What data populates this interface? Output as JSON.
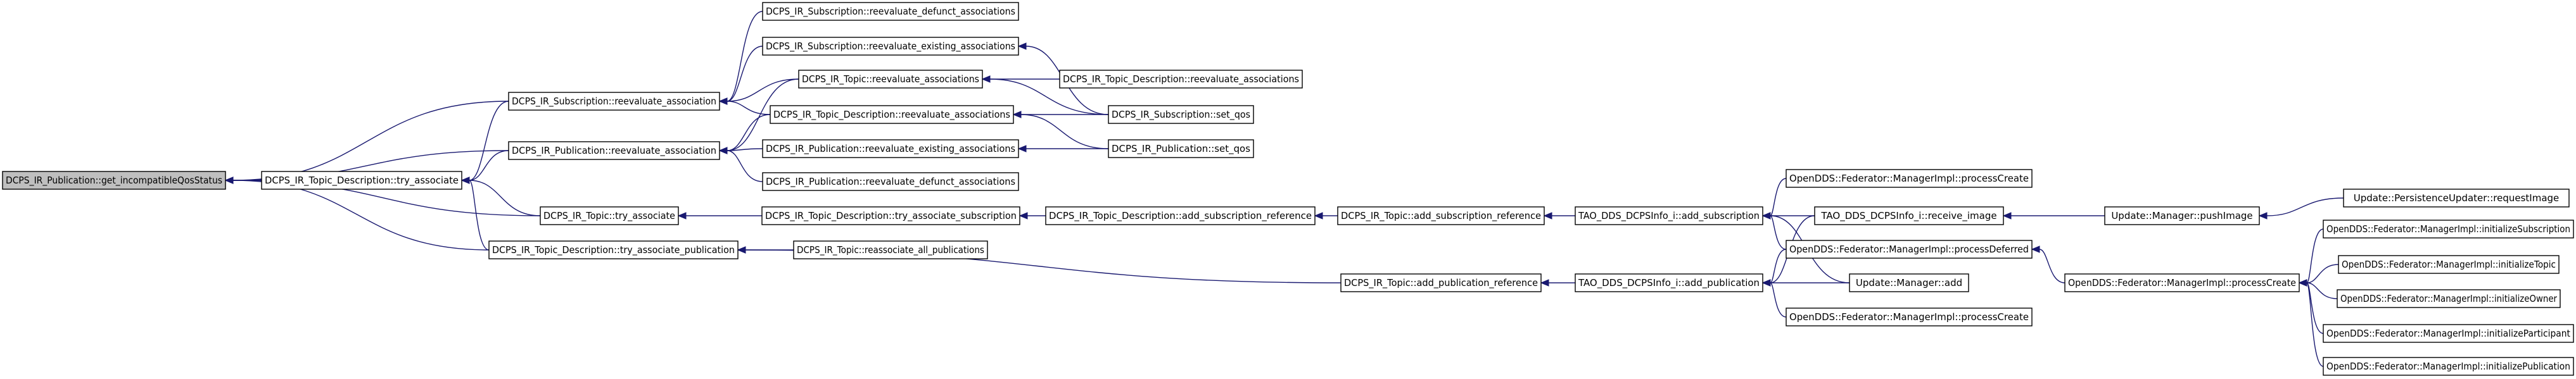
{
  "nodes": [
    {
      "id": "n0",
      "label": "DCPS_IR_Publication::get_incompatibleQosStatus",
      "root": true
    },
    {
      "id": "n1",
      "label": "DCPS_IR_Topic_Description::try_associate"
    },
    {
      "id": "n2",
      "label": "DCPS_IR_Subscription::reevaluate_association"
    },
    {
      "id": "n3",
      "label": "DCPS_IR_Publication::reevaluate_association"
    },
    {
      "id": "n4",
      "label": "DCPS_IR_Topic::try_associate"
    },
    {
      "id": "n5",
      "label": "DCPS_IR_Topic_Description::try_associate_publication"
    },
    {
      "id": "n6",
      "label": "DCPS_IR_Subscription::reevaluate_defunct_associations"
    },
    {
      "id": "n7",
      "label": "DCPS_IR_Subscription::reevaluate_existing_associations"
    },
    {
      "id": "n8",
      "label": "DCPS_IR_Topic::reevaluate_associations"
    },
    {
      "id": "n9",
      "label": "DCPS_IR_Topic_Description::reevaluate_associations"
    },
    {
      "id": "n10",
      "label": "DCPS_IR_Publication::reevaluate_existing_associations"
    },
    {
      "id": "n11",
      "label": "DCPS_IR_Publication::reevaluate_defunct_associations"
    },
    {
      "id": "n12",
      "label": "DCPS_IR_Topic_Description::try_associate_subscription"
    },
    {
      "id": "n13",
      "label": "DCPS_IR_Topic::reassociate_all_publications"
    },
    {
      "id": "n14",
      "label": "DCPS_IR_Topic_Description::reevaluate_associations"
    },
    {
      "id": "n15",
      "label": "DCPS_IR_Subscription::set_qos"
    },
    {
      "id": "n16",
      "label": "DCPS_IR_Publication::set_qos"
    },
    {
      "id": "n17",
      "label": "DCPS_IR_Topic_Description::add_subscription_reference"
    },
    {
      "id": "n18",
      "label": "DCPS_IR_Topic::add_subscription_reference"
    },
    {
      "id": "n19",
      "label": "DCPS_IR_Topic::add_publication_reference"
    },
    {
      "id": "n20",
      "label": "TAO_DDS_DCPSInfo_i::add_subscription"
    },
    {
      "id": "n21",
      "label": "TAO_DDS_DCPSInfo_i::add_publication"
    },
    {
      "id": "n22",
      "label": "OpenDDS::Federator::ManagerImpl::processCreate"
    },
    {
      "id": "n23",
      "label": "TAO_DDS_DCPSInfo_i::receive_image"
    },
    {
      "id": "n24",
      "label": "OpenDDS::Federator::ManagerImpl::processDeferred"
    },
    {
      "id": "n25",
      "label": "Update::Manager::add"
    },
    {
      "id": "n26",
      "label": "OpenDDS::Federator::ManagerImpl::processCreate"
    },
    {
      "id": "n27",
      "label": "Update::Manager::pushImage"
    },
    {
      "id": "n28",
      "label": "OpenDDS::Federator::ManagerImpl::processCreate"
    },
    {
      "id": "n29",
      "label": "Update::PersistenceUpdater::requestImage"
    },
    {
      "id": "n30",
      "label": "OpenDDS::Federator::ManagerImpl::initializeSubscription"
    },
    {
      "id": "n31",
      "label": "OpenDDS::Federator::ManagerImpl::initializeTopic"
    },
    {
      "id": "n32",
      "label": "OpenDDS::Federator::ManagerImpl::initializeOwner"
    },
    {
      "id": "n33",
      "label": "OpenDDS::Federator::ManagerImpl::initializeParticipant"
    },
    {
      "id": "n34",
      "label": "OpenDDS::Federator::ManagerImpl::initializePublication"
    }
  ],
  "edges": [
    [
      "n0",
      "n1"
    ],
    [
      "n0",
      "n2"
    ],
    [
      "n0",
      "n3"
    ],
    [
      "n0",
      "n4"
    ],
    [
      "n0",
      "n5"
    ],
    [
      "n1",
      "n2"
    ],
    [
      "n1",
      "n3"
    ],
    [
      "n1",
      "n4"
    ],
    [
      "n1",
      "n5"
    ],
    [
      "n2",
      "n6"
    ],
    [
      "n2",
      "n7"
    ],
    [
      "n2",
      "n8"
    ],
    [
      "n2",
      "n9"
    ],
    [
      "n3",
      "n8"
    ],
    [
      "n3",
      "n9"
    ],
    [
      "n3",
      "n10"
    ],
    [
      "n3",
      "n11"
    ],
    [
      "n4",
      "n12"
    ],
    [
      "n5",
      "n13"
    ],
    [
      "n5",
      "n19"
    ],
    [
      "n8",
      "n14"
    ],
    [
      "n8",
      "n15"
    ],
    [
      "n9",
      "n15"
    ],
    [
      "n9",
      "n16"
    ],
    [
      "n10",
      "n16"
    ],
    [
      "n7",
      "n15"
    ],
    [
      "n12",
      "n17"
    ],
    [
      "n17",
      "n18"
    ],
    [
      "n18",
      "n20"
    ],
    [
      "n19",
      "n21"
    ],
    [
      "n20",
      "n22"
    ],
    [
      "n20",
      "n23"
    ],
    [
      "n20",
      "n24"
    ],
    [
      "n20",
      "n25"
    ],
    [
      "n21",
      "n23"
    ],
    [
      "n21",
      "n24"
    ],
    [
      "n21",
      "n25"
    ],
    [
      "n21",
      "n26"
    ],
    [
      "n23",
      "n27"
    ],
    [
      "n24",
      "n28"
    ],
    [
      "n27",
      "n29"
    ],
    [
      "n28",
      "n30"
    ],
    [
      "n28",
      "n31"
    ],
    [
      "n28",
      "n32"
    ],
    [
      "n28",
      "n33"
    ],
    [
      "n28",
      "n34"
    ]
  ]
}
